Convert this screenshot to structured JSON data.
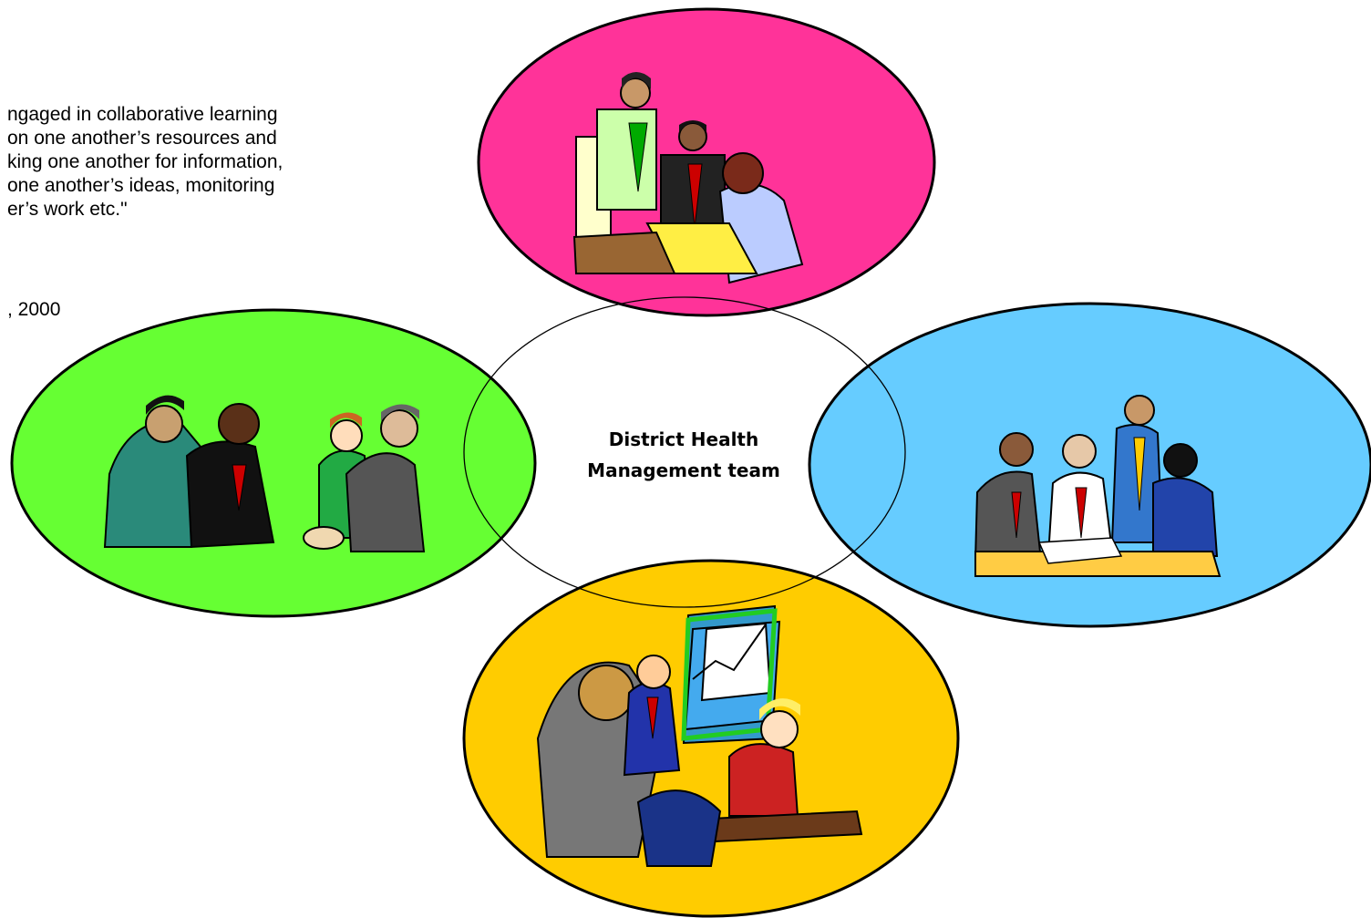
{
  "quote": {
    "lines": [
      "ngaged in collaborative learning",
      "on one another’s resources and",
      "king one another for information,",
      "one another’s ideas, monitoring",
      "er’s work etc.\""
    ],
    "citation": ", 2000"
  },
  "diagram": {
    "center": {
      "line1": "District Health",
      "line2": "Management team"
    },
    "circles": [
      {
        "name": "top",
        "color": "#ff3399",
        "icon": "office-meeting-clipart"
      },
      {
        "name": "left",
        "color": "#66ff33",
        "icon": "handshake-clipart"
      },
      {
        "name": "right",
        "color": "#66ccff",
        "icon": "table-meeting-clipart"
      },
      {
        "name": "bottom",
        "color": "#ffcc00",
        "icon": "chart-presentation-clipart"
      }
    ],
    "center_color": "#ffffff"
  }
}
